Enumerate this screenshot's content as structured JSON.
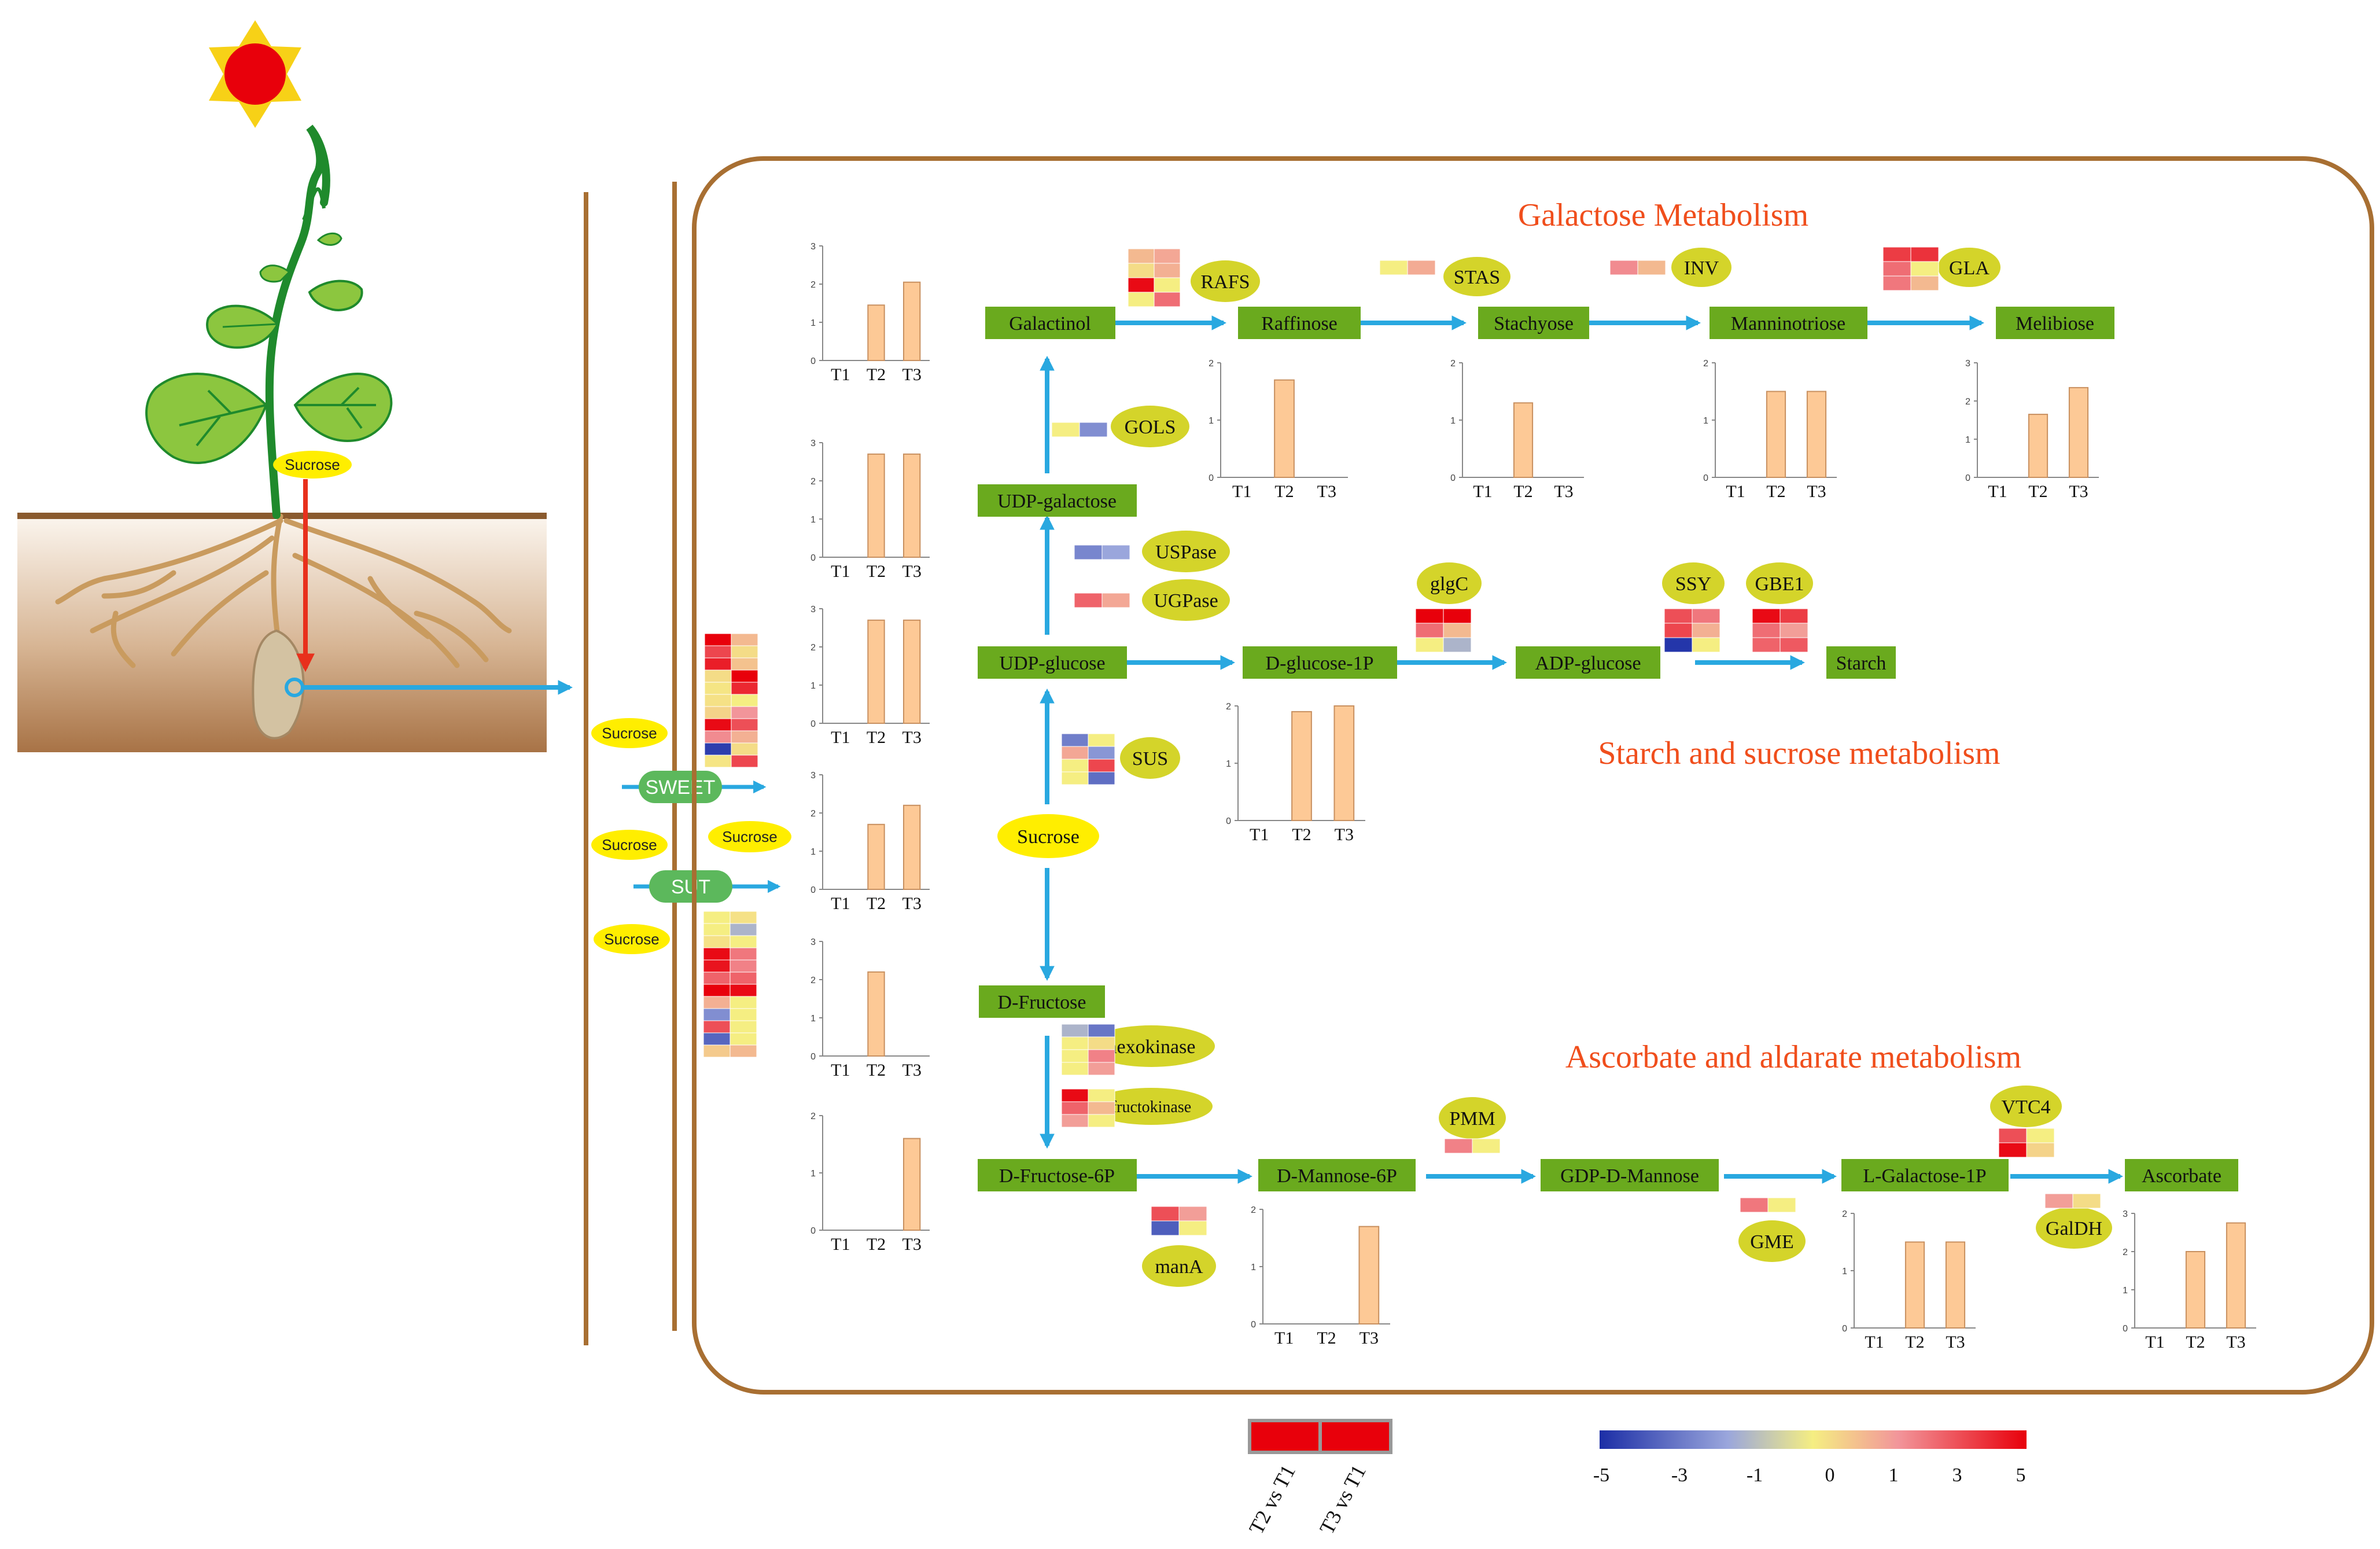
{
  "sections": {
    "galactose": "Galactose Metabolism",
    "starch": "Starch and sucrose metabolism",
    "ascorbate": "Ascorbate and aldarate metabolism"
  },
  "colors": {
    "metabolite_box": "#6aaa1e",
    "enzyme_oval": "#d4d42a",
    "sucrose_oval": "#ffee00",
    "transporter": "#5cb85c",
    "arrow": "#29a8e0",
    "frame": "#a86f32",
    "section_title": "#f04e1c",
    "bar_fill": "#fdc996",
    "sun_ray": "#f7d117",
    "sun_core": "#e8000b"
  },
  "plant": {
    "sucrose_label": "Sucrose"
  },
  "transport": {
    "sucrose_labels": [
      "Sucrose",
      "Sucrose",
      "Sucrose",
      "Sucrose"
    ],
    "sweet": "SWEET",
    "sut": "SUT"
  },
  "metabolites": {
    "galactinol": "Galactinol",
    "raffinose": "Raffinose",
    "stachyose": "Stachyose",
    "manninotriose": "Manninotriose",
    "melibiose": "Melibiose",
    "udp_galactose": "UDP-galactose",
    "udp_glucose": "UDP-glucose",
    "d_glucose_1p": "D-glucose-1P",
    "adp_glucose": "ADP-glucose",
    "starch": "Starch",
    "sucrose": "Sucrose",
    "d_fructose": "D-Fructose",
    "d_fructose_6p": "D-Fructose-6P",
    "d_mannose_6p": "D-Mannose-6P",
    "gdp_d_mannose": "GDP-D-Mannose",
    "l_galactose_1p": "L-Galactose-1P",
    "ascorbate": "Ascorbate"
  },
  "enzymes": {
    "rafs": "RAFS",
    "stas": "STAS",
    "inv": "INV",
    "gla": "GLA",
    "gols": "GOLS",
    "uspase": "USPase",
    "ugpase": "UGPase",
    "glgc": "glgC",
    "ssy": "SSY",
    "gbe1": "GBE1",
    "sus": "SUS",
    "hexokinase": "hexokinase",
    "fructokinase": "fructokinase",
    "pmm": "PMM",
    "mana": "manA",
    "gme": "GME",
    "vtc4": "VTC4",
    "galdh": "GalDH"
  },
  "heatmaps": {
    "rafs": [
      [
        1.2,
        1.6
      ],
      [
        0.4,
        1.4
      ],
      [
        4.8,
        0
      ],
      [
        0,
        2.8
      ]
    ],
    "stas": [
      [
        0,
        1.5
      ]
    ],
    "inv": [
      [
        2.2,
        1.2
      ]
    ],
    "gla": [
      [
        3.8,
        4.0
      ],
      [
        2.8,
        0
      ],
      [
        2.6,
        1.2
      ]
    ],
    "gols": [
      [
        0,
        -2.6
      ]
    ],
    "uspase": [
      [
        -2.8,
        -2.0
      ]
    ],
    "ugpase": [
      [
        3.0,
        1.6
      ]
    ],
    "glgc": [
      [
        5,
        5
      ],
      [
        2.8,
        1.2
      ],
      [
        0,
        -1.6
      ]
    ],
    "ssy": [
      [
        3.4,
        2.6
      ],
      [
        3.6,
        1.4
      ],
      [
        -4.8,
        0
      ]
    ],
    "gbe1": [
      [
        4.8,
        3.8
      ],
      [
        2.8,
        1.8
      ],
      [
        3.0,
        3.2
      ]
    ],
    "sus": [
      [
        -3.0,
        0
      ],
      [
        1.6,
        -2.4
      ],
      [
        0,
        3.6
      ],
      [
        0,
        -3.4
      ]
    ],
    "sweet": [
      [
        5,
        1.2
      ],
      [
        3.6,
        0.4
      ],
      [
        4.4,
        1.0
      ],
      [
        0.4,
        5
      ],
      [
        0.2,
        4.2
      ],
      [
        0.3,
        0
      ],
      [
        0.6,
        2.0
      ],
      [
        4.8,
        3.4
      ],
      [
        2.2,
        1.4
      ],
      [
        -4.6,
        0.4
      ],
      [
        0.2,
        3.6
      ]
    ],
    "sut": [
      [
        0,
        0.3
      ],
      [
        0,
        -1.6
      ],
      [
        0.3,
        0
      ],
      [
        4.8,
        2.6
      ],
      [
        4.6,
        2.4
      ],
      [
        3.0,
        3.0
      ],
      [
        5,
        4.8
      ],
      [
        1.4,
        0
      ],
      [
        -2.6,
        0
      ],
      [
        3.4,
        0
      ],
      [
        -3.6,
        0
      ],
      [
        0.8,
        1.2
      ]
    ],
    "hexokinase": [
      [
        -1.6,
        -3.2
      ],
      [
        0,
        0.4
      ],
      [
        0,
        2.4
      ],
      [
        0,
        1.8
      ]
    ],
    "fructokinase": [
      [
        4.8,
        0
      ],
      [
        3.0,
        1.2
      ],
      [
        1.8,
        0
      ]
    ],
    "pmm": [
      [
        2.4,
        0
      ]
    ],
    "mana": [
      [
        3.4,
        1.8
      ],
      [
        -3.8,
        0
      ]
    ],
    "gme": [
      [
        2.6,
        0
      ]
    ],
    "vtc4": [
      [
        3.4,
        0
      ],
      [
        4.8,
        0.6
      ]
    ],
    "galdh": [
      [
        1.8,
        0.4
      ]
    ]
  },
  "charts": [
    {
      "id": "galactinol",
      "categories": [
        "T1",
        "T2",
        "T3"
      ],
      "values": [
        0,
        1.45,
        2.05
      ],
      "ylim": [
        0,
        3
      ],
      "yticks": [
        "0",
        "1",
        "2",
        "3"
      ]
    },
    {
      "id": "udp-galactose",
      "categories": [
        "T1",
        "T2",
        "T3"
      ],
      "values": [
        0,
        2.7,
        2.7
      ],
      "ylim": [
        0,
        3
      ],
      "yticks": [
        "0",
        "1",
        "2",
        "3"
      ]
    },
    {
      "id": "udp-glucose",
      "categories": [
        "T1",
        "T2",
        "T3"
      ],
      "values": [
        0,
        2.7,
        2.7
      ],
      "ylim": [
        0,
        3
      ],
      "yticks": [
        "0",
        "1",
        "2",
        "3"
      ]
    },
    {
      "id": "sucrose",
      "categories": [
        "T1",
        "T2",
        "T3"
      ],
      "values": [
        0,
        1.7,
        2.2
      ],
      "ylim": [
        0,
        3
      ],
      "yticks": [
        "0",
        "1",
        "2",
        "3"
      ]
    },
    {
      "id": "d-fructose",
      "categories": [
        "T1",
        "T2",
        "T3"
      ],
      "values": [
        0,
        2.2,
        0
      ],
      "ylim": [
        0,
        3
      ],
      "yticks": [
        "0",
        "1",
        "2",
        "3"
      ]
    },
    {
      "id": "d-fructose-6p",
      "categories": [
        "T1",
        "T2",
        "T3"
      ],
      "values": [
        0,
        0,
        1.6
      ],
      "ylim": [
        0,
        2
      ],
      "yticks": [
        "0",
        "1",
        "2"
      ]
    },
    {
      "id": "raffinose",
      "categories": [
        "T1",
        "T2",
        "T3"
      ],
      "values": [
        0,
        1.7,
        0
      ],
      "ylim": [
        0,
        2
      ],
      "yticks": [
        "0",
        "1",
        "2"
      ]
    },
    {
      "id": "stachyose",
      "categories": [
        "T1",
        "T2",
        "T3"
      ],
      "values": [
        0,
        1.3,
        0
      ],
      "ylim": [
        0,
        2
      ],
      "yticks": [
        "0",
        "1",
        "2"
      ]
    },
    {
      "id": "manninotriose",
      "categories": [
        "T1",
        "T2",
        "T3"
      ],
      "values": [
        0,
        1.5,
        1.5
      ],
      "ylim": [
        0,
        2
      ],
      "yticks": [
        "0",
        "1",
        "2"
      ]
    },
    {
      "id": "melibiose",
      "categories": [
        "T1",
        "T2",
        "T3"
      ],
      "values": [
        0,
        1.65,
        2.35
      ],
      "ylim": [
        0,
        3
      ],
      "yticks": [
        "0",
        "1",
        "2",
        "3"
      ]
    },
    {
      "id": "d-glucose-1p",
      "categories": [
        "T1",
        "T2",
        "T3"
      ],
      "values": [
        0,
        1.9,
        2.0
      ],
      "ylim": [
        0,
        2
      ],
      "yticks": [
        "0",
        "1",
        "2"
      ]
    },
    {
      "id": "d-mannose-6p",
      "categories": [
        "T1",
        "T2",
        "T3"
      ],
      "values": [
        0,
        0,
        1.7
      ],
      "ylim": [
        0,
        2
      ],
      "yticks": [
        "0",
        "1",
        "2"
      ]
    },
    {
      "id": "l-galactose-1p",
      "categories": [
        "T1",
        "T2",
        "T3"
      ],
      "values": [
        0,
        1.5,
        1.5
      ],
      "ylim": [
        0,
        2
      ],
      "yticks": [
        "0",
        "1",
        "2"
      ]
    },
    {
      "id": "ascorbate",
      "categories": [
        "T1",
        "T2",
        "T3"
      ],
      "values": [
        0,
        2.0,
        2.75
      ],
      "ylim": [
        0,
        3
      ],
      "yticks": [
        "0",
        "1",
        "2",
        "3"
      ]
    }
  ],
  "legend": {
    "comparisons": [
      "T2 vs T1",
      "T3 vs T1"
    ],
    "scale_ticks": [
      "-5",
      "-3",
      "-1",
      "0",
      "1",
      "3",
      "5"
    ],
    "scale_range": [
      -5,
      5
    ],
    "scale_colors": [
      "#1c2ea6",
      "#9aa6dc",
      "#f5ee82",
      "#f2959a",
      "#e8000b"
    ]
  }
}
